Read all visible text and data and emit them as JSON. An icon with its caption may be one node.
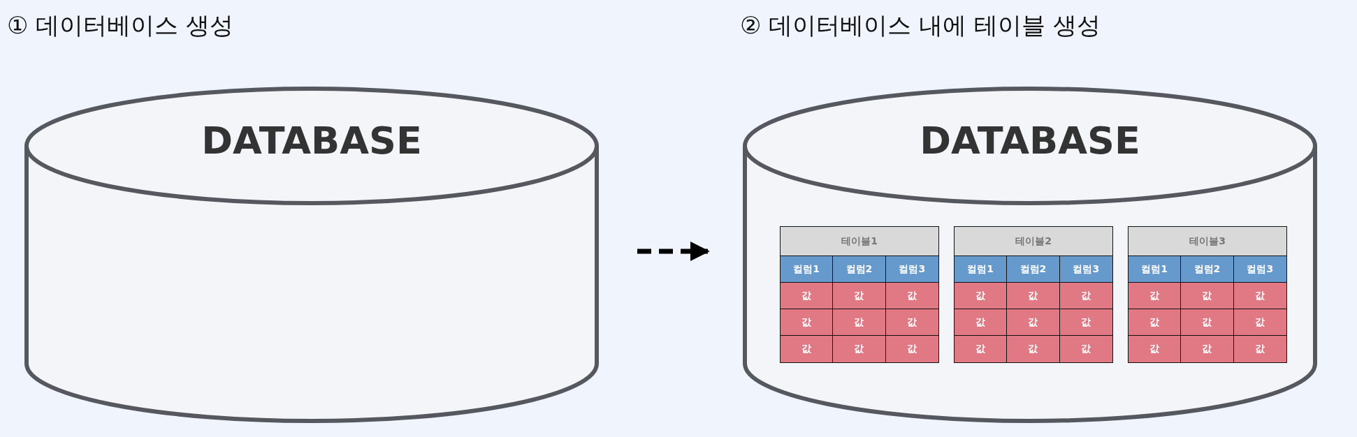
{
  "diagram": {
    "nodes": [
      {
        "text": [
          "DATABASE"
        ]
      },
      {
        "text": [
          "DATABASE"
        ]
      },
      {
        "text": [
          "테이블1",
          "컬럼1",
          "컬럼2",
          "컬럼3",
          "값",
          "값",
          "값",
          "값",
          "값",
          "값",
          "값",
          "값",
          "값"
        ],
        "in": 1
      },
      {
        "text": [
          "테이블2",
          "컬럼1",
          "컬럼2",
          "컬럼3",
          "값",
          "값",
          "값",
          "값",
          "값",
          "값",
          "값",
          "값",
          "값"
        ],
        "in": 1
      },
      {
        "text": [
          "테이블3",
          "컬럼1",
          "컬럼2",
          "컬럼3",
          "값",
          "값",
          "값",
          "값",
          "값",
          "값",
          "값",
          "값",
          "값"
        ],
        "in": 1
      }
    ],
    "edges": [
      {
        "from": 0,
        "to": 1,
        "arrow": "to",
        "style": "dashed"
      }
    ],
    "labels": [
      "① 데이터베이스 생성",
      "② 데이터베이스 내에 테이블 생성"
    ]
  }
}
